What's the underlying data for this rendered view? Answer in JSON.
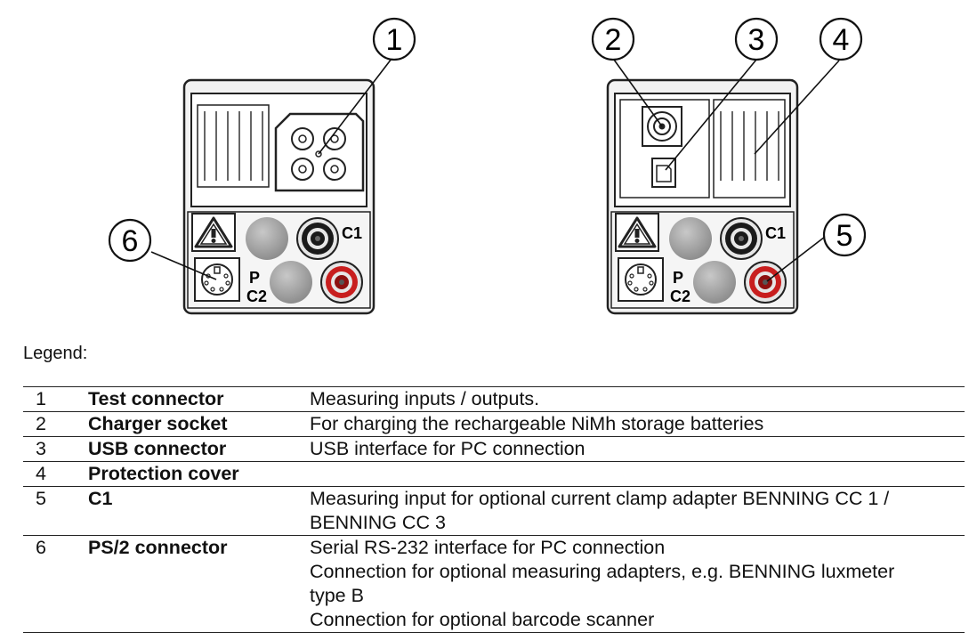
{
  "callouts": [
    "1",
    "2",
    "3",
    "4",
    "5",
    "6"
  ],
  "panel_labels": {
    "c1": "C1",
    "p": "P",
    "c2": "C2"
  },
  "legend": {
    "title": "Legend:",
    "rows": [
      {
        "num": "1",
        "name": "Test connector",
        "desc": [
          "Measuring inputs / outputs."
        ]
      },
      {
        "num": "2",
        "name": "Charger socket",
        "desc": [
          "For charging the rechargeable NiMh storage batteries"
        ]
      },
      {
        "num": "3",
        "name": "USB connector",
        "desc": [
          "USB interface for PC connection"
        ]
      },
      {
        "num": "4",
        "name": "Protection cover",
        "desc": []
      },
      {
        "num": "5",
        "name": "C1",
        "desc": [
          "Measuring input for optional current clamp adapter BENNING CC 1 /",
          "BENNING CC 3"
        ]
      },
      {
        "num": "6",
        "name": "PS/2 connector",
        "desc": [
          "Serial RS-232 interface for PC connection",
          "Connection for optional measuring adapters, e.g. BENNING luxmeter",
          "type B",
          "Connection for optional barcode scanner"
        ]
      }
    ]
  }
}
